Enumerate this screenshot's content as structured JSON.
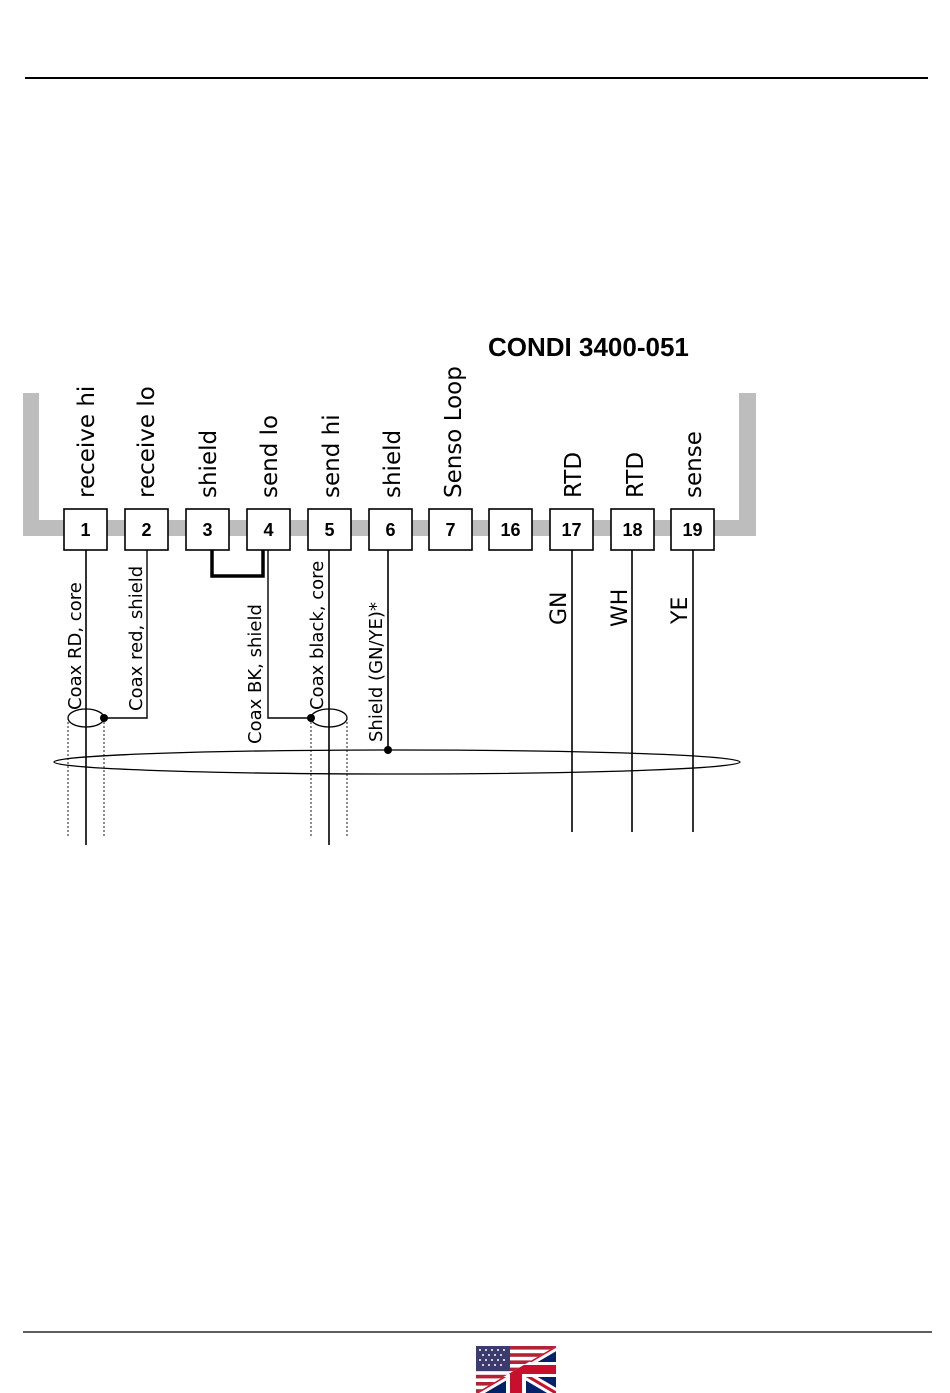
{
  "diagram": {
    "title": "CONDI 3400-051",
    "terminals": [
      {
        "number": "1",
        "label": "receive hi"
      },
      {
        "number": "2",
        "label": "receive lo"
      },
      {
        "number": "3",
        "label": "shield"
      },
      {
        "number": "4",
        "label": "send lo"
      },
      {
        "number": "5",
        "label": "send hi"
      },
      {
        "number": "6",
        "label": "shield"
      },
      {
        "number": "7",
        "label": "Senso Loop"
      },
      {
        "number": "16",
        "label": ""
      },
      {
        "number": "17",
        "label": "RTD"
      },
      {
        "number": "18",
        "label": "RTD"
      },
      {
        "number": "19",
        "label": "sense"
      }
    ],
    "wires": {
      "coax_rd_core": "Coax RD, core",
      "coax_red_shield": "Coax red, shield",
      "coax_bk_shield": "Coax BK, shield",
      "coax_black_core": "Coax black, core",
      "shield_gnye": "Shield (GN/YE)*",
      "gn": "GN",
      "wh": "WH",
      "ye": "YE"
    },
    "colors": {
      "bar": "#bdbdbd",
      "line": "#000000"
    }
  },
  "footer": {
    "flag_icon": "us-uk-flag-icon"
  }
}
